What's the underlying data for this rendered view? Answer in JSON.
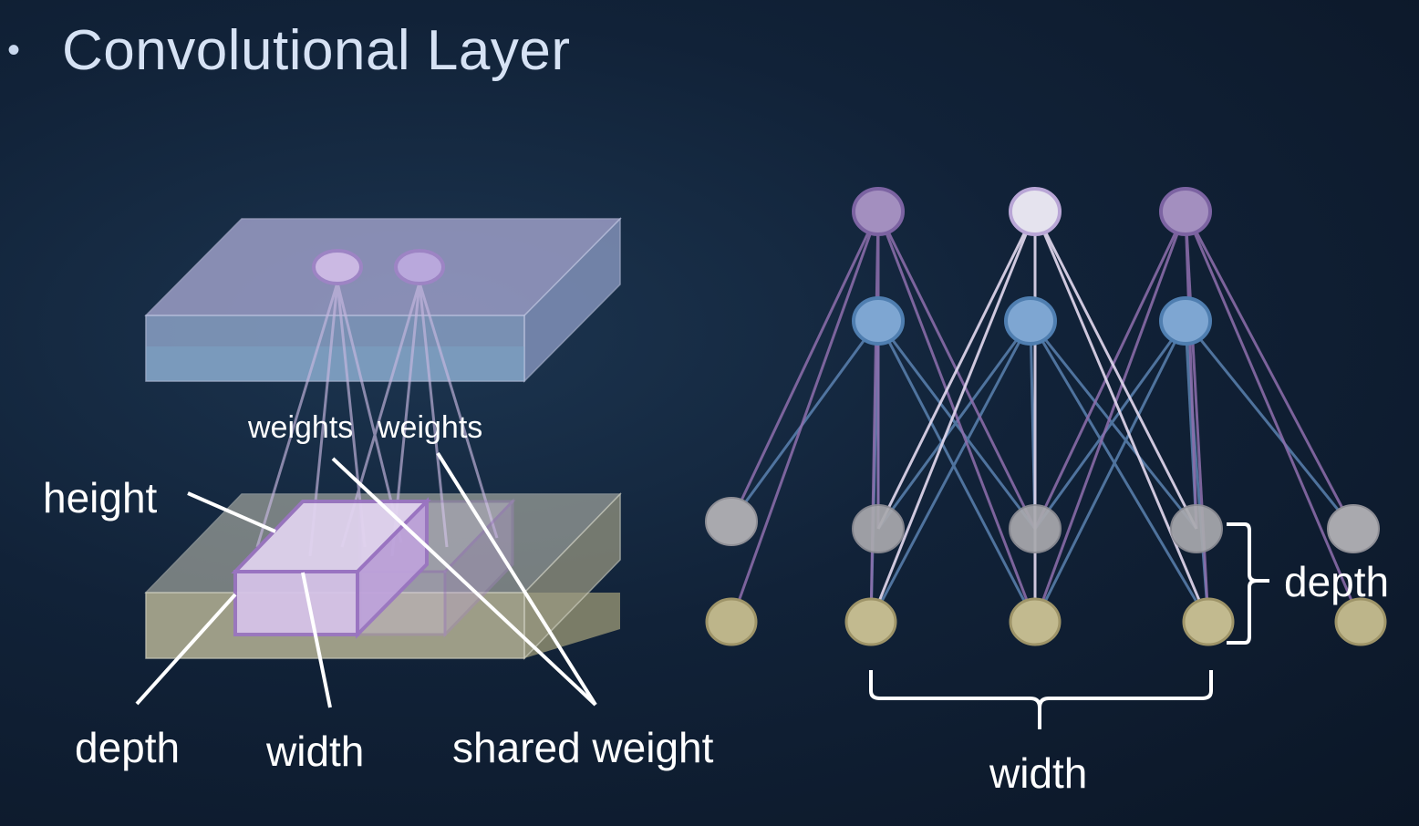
{
  "slide": {
    "bullet": "•",
    "title": "Convolutional Layer"
  },
  "left_diagram": {
    "labels": {
      "height": "height",
      "depth": "depth",
      "width": "width",
      "weights_1": "weights",
      "weights_2": "weights",
      "shared_weight": "shared weight"
    }
  },
  "right_diagram": {
    "labels": {
      "depth": "depth",
      "width": "width"
    }
  },
  "colors": {
    "background": "#112238",
    "top_slab": "#a9a6d6",
    "bottom_slab": "#b4b39a",
    "filter_box": "#d8c6ea",
    "node_purple": "#9a86b6",
    "node_blue": "#6f9ccb",
    "node_gray": "#a8a8ac",
    "node_tan": "#bdb58a",
    "label": "#ffffff"
  }
}
